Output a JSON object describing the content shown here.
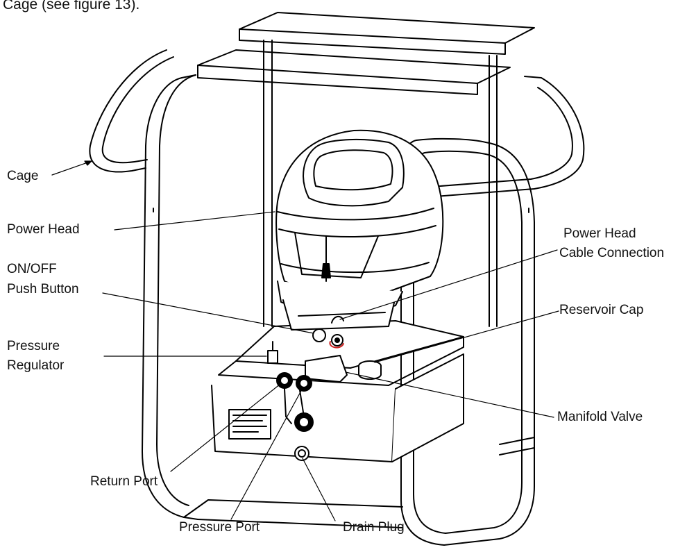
{
  "caption": "Cage (see figure 13).",
  "labels": {
    "cage": "Cage",
    "power_head": "Power Head",
    "onoff_1": "ON/OFF",
    "onoff_2": "Push Button",
    "pressure_regulator_1": "Pressure",
    "pressure_regulator_2": "Regulator",
    "power_head_cable_1": "Power Head",
    "power_head_cable_2": "Cable Connection",
    "reservoir_cap": "Reservoir Cap",
    "manifold_valve": "Manifold Valve",
    "return_port": "Return Port",
    "pressure_port": "Pressure Port",
    "drain_plug": "Drain Plug"
  }
}
